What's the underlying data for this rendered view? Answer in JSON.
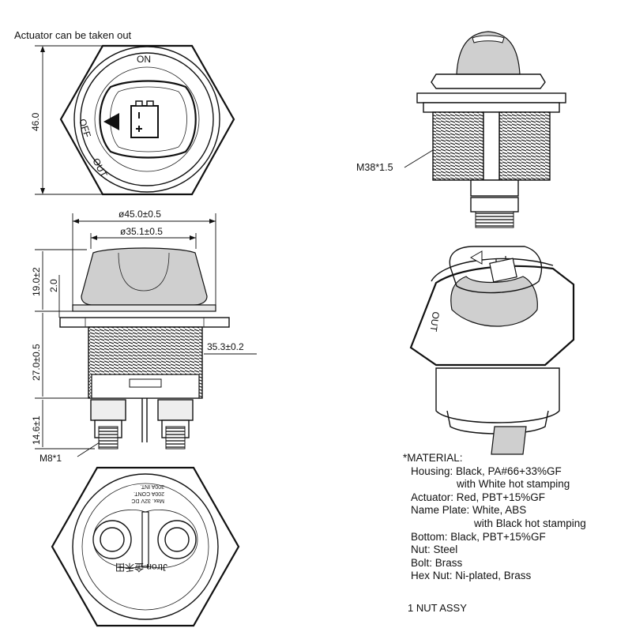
{
  "top_note": "Actuator can be taken out",
  "front_view": {
    "labels": {
      "on": "ON",
      "off": "OFF",
      "out": "OUT"
    },
    "height_dim": "46.0"
  },
  "side_view": {
    "dims": {
      "outer_dia": "ø45.0±0.5",
      "inner_dia": "ø35.1±0.5",
      "cap_height": "19.0±2",
      "plate_thk": "2.0",
      "body_height": "27.0±0.5",
      "thread_dia": "35.3±0.2",
      "stud_height": "14.6±1",
      "stud": "M8*1"
    }
  },
  "bottom_view": {
    "engraving": [
      "Max. 32V DC",
      "200A CONT.",
      "300A INT."
    ],
    "brand": "Jtron 金禾田"
  },
  "thread_callout": "M38*1.5",
  "iso_view": {
    "side_label": "OUT"
  },
  "materials": {
    "title": "*MATERIAL:",
    "lines": [
      {
        "text": "Housing: Black, PA#66+33%GF",
        "level": 1
      },
      {
        "text": "with White hot stamping",
        "level": 2
      },
      {
        "text": "Actuator: Red, PBT+15%GF",
        "level": 1
      },
      {
        "text": "Name Plate: White, ABS",
        "level": 1
      },
      {
        "text": "with Black hot stamping",
        "level": 3
      },
      {
        "text": "Bottom: Black, PBT+15%GF",
        "level": 1
      },
      {
        "text": "Nut: Steel",
        "level": 1
      },
      {
        "text": "Bolt: Brass",
        "level": 1
      },
      {
        "text": "Hex Nut: Ni-plated, Brass",
        "level": 1
      }
    ]
  },
  "assy_note": "1 NUT ASSY"
}
